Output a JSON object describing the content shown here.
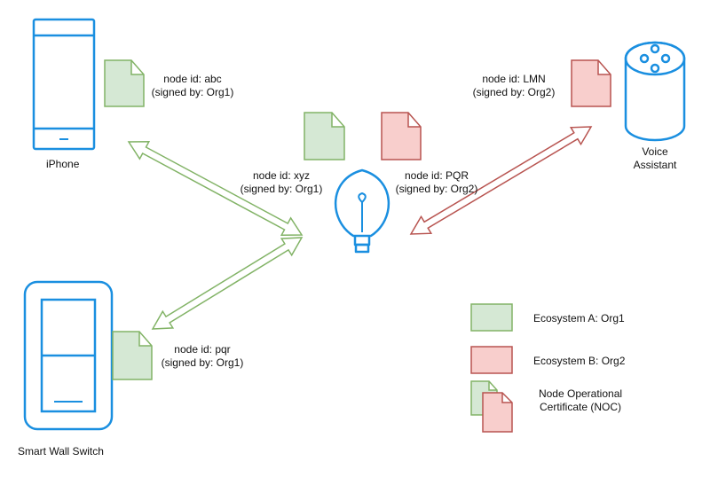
{
  "devices": {
    "iphone": {
      "label": "iPhone"
    },
    "switch": {
      "label": "Smart Wall Switch"
    },
    "assistant": {
      "label_line1": "Voice",
      "label_line2": "Assistant"
    }
  },
  "certificates": {
    "abc": {
      "line1": "node id: abc",
      "line2": "(signed by: Org1)",
      "ecosystem": "A"
    },
    "xyz": {
      "line1": "node id: xyz",
      "line2": "(signed by: Org1)",
      "ecosystem": "A"
    },
    "pqr_red": {
      "line1": "node id: PQR",
      "line2": "(signed by: Org2)",
      "ecosystem": "B"
    },
    "lmn": {
      "line1": "node id: LMN",
      "line2": "(signed by: Org2)",
      "ecosystem": "B"
    },
    "pqr_green": {
      "line1": "node id: pqr",
      "line2": "(signed by: Org1)",
      "ecosystem": "A"
    }
  },
  "legend": {
    "eco_a": "Ecosystem A: Org1",
    "eco_b": "Ecosystem B: Org2",
    "noc_line1": "Node Operational",
    "noc_line2": "Certificate (NOC)"
  },
  "colors": {
    "device_blue": "#1a8fe0",
    "green_fill": "#d5e8d4",
    "green_stroke": "#82b366",
    "red_fill": "#f8cecc",
    "red_stroke": "#b85450"
  }
}
